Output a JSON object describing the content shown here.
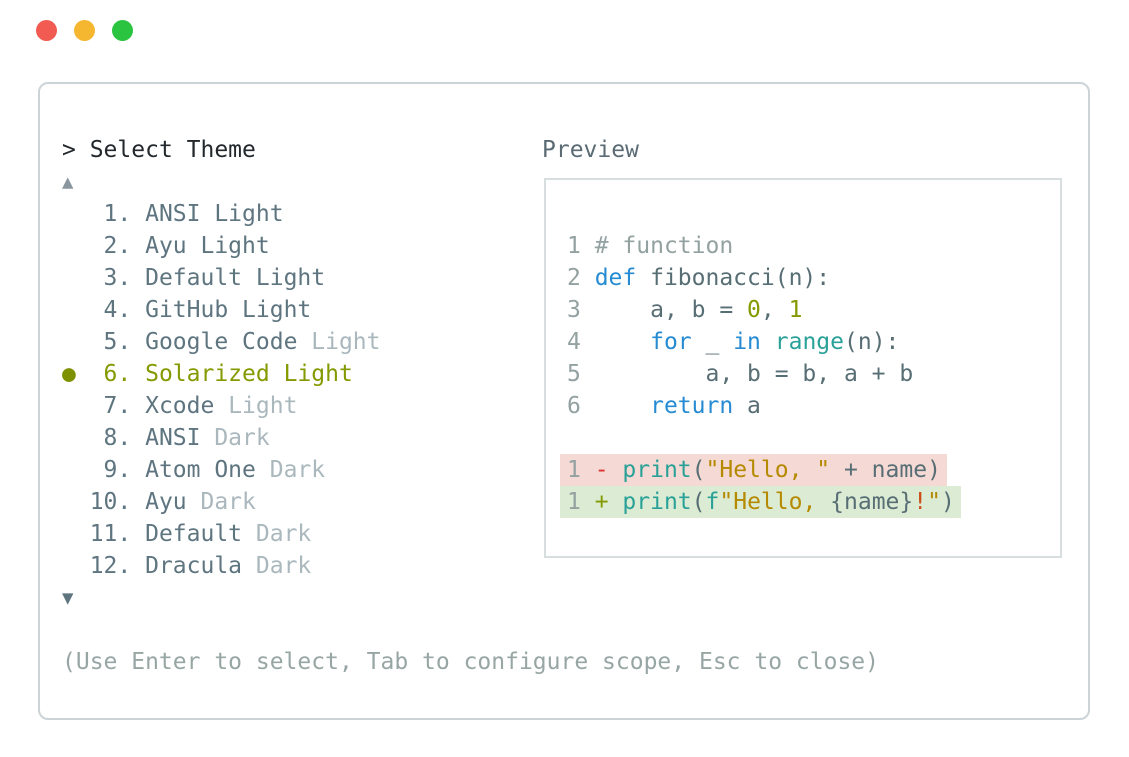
{
  "window": {
    "traffic_lights": [
      {
        "name": "close-button",
        "color": "#f15b51"
      },
      {
        "name": "minimize-button",
        "color": "#f6b730"
      },
      {
        "name": "zoom-button",
        "color": "#2bc440"
      }
    ]
  },
  "prompt": {
    "prefix": "> ",
    "title": "Select Theme"
  },
  "scroll": {
    "up_indicator": "▲",
    "down_indicator": "▼"
  },
  "theme_list": {
    "selected_marker": "●",
    "items": [
      {
        "num": "1",
        "name": "ANSI",
        "variant": "Light",
        "variant_dim": false,
        "selected": false
      },
      {
        "num": "2",
        "name": "Ayu",
        "variant": "Light",
        "variant_dim": false,
        "selected": false
      },
      {
        "num": "3",
        "name": "Default",
        "variant": "Light",
        "variant_dim": false,
        "selected": false
      },
      {
        "num": "4",
        "name": "GitHub",
        "variant": "Light",
        "variant_dim": false,
        "selected": false
      },
      {
        "num": "5",
        "name": "Google Code",
        "variant": "Light",
        "variant_dim": true,
        "selected": false
      },
      {
        "num": "6",
        "name": "Solarized",
        "variant": "Light",
        "variant_dim": false,
        "selected": true
      },
      {
        "num": "7",
        "name": "Xcode",
        "variant": "Light",
        "variant_dim": true,
        "selected": false
      },
      {
        "num": "8",
        "name": "ANSI",
        "variant": "Dark",
        "variant_dim": true,
        "selected": false
      },
      {
        "num": "9",
        "name": "Atom One",
        "variant": "Dark",
        "variant_dim": true,
        "selected": false
      },
      {
        "num": "10",
        "name": "Ayu",
        "variant": "Dark",
        "variant_dim": true,
        "selected": false
      },
      {
        "num": "11",
        "name": "Default",
        "variant": "Dark",
        "variant_dim": true,
        "selected": false
      },
      {
        "num": "12",
        "name": "Dracula",
        "variant": "Dark",
        "variant_dim": true,
        "selected": false
      }
    ]
  },
  "help_text": "(Use Enter to select, Tab to configure scope, Esc to close)",
  "preview": {
    "label": "Preview",
    "code_lines": [
      {
        "tokens": [
          [
            "gray",
            "1 "
          ],
          [
            "gray",
            "# function"
          ]
        ]
      },
      {
        "tokens": [
          [
            "gray",
            "2 "
          ],
          [
            "blue",
            "def"
          ],
          [
            "base",
            " fibonacci(n):"
          ]
        ]
      },
      {
        "tokens": [
          [
            "gray",
            "3 "
          ],
          [
            "base",
            "    a, b = "
          ],
          [
            "green",
            "0"
          ],
          [
            "base",
            ", "
          ],
          [
            "green",
            "1"
          ]
        ]
      },
      {
        "tokens": [
          [
            "gray",
            "4 "
          ],
          [
            "base",
            "    "
          ],
          [
            "blue",
            "for"
          ],
          [
            "base",
            " _ "
          ],
          [
            "blue",
            "in"
          ],
          [
            "base",
            " "
          ],
          [
            "teal",
            "range"
          ],
          [
            "base",
            "(n):"
          ]
        ]
      },
      {
        "tokens": [
          [
            "gray",
            "5 "
          ],
          [
            "base",
            "        a, b = b, a + b"
          ]
        ]
      },
      {
        "tokens": [
          [
            "gray",
            "6 "
          ],
          [
            "base",
            "    "
          ],
          [
            "blue",
            "return"
          ],
          [
            "base",
            " a"
          ]
        ]
      },
      {
        "tokens": []
      },
      {
        "bg": "removed_bg",
        "kind": "removed",
        "tokens": [
          [
            "gray",
            "1 "
          ],
          [
            "red",
            "- "
          ],
          [
            "teal",
            "print"
          ],
          [
            "base",
            "("
          ],
          [
            "yellow",
            "\"Hello, \""
          ],
          [
            "base",
            " + name)"
          ]
        ]
      },
      {
        "bg": "added_bg",
        "kind": "added",
        "tokens": [
          [
            "gray",
            "1 "
          ],
          [
            "green",
            "+ "
          ],
          [
            "teal",
            "print"
          ],
          [
            "base",
            "("
          ],
          [
            "teal",
            "f"
          ],
          [
            "yellow",
            "\"Hello, "
          ],
          [
            "base",
            "{name}"
          ],
          [
            "orange",
            "!"
          ],
          [
            "yellow",
            "\""
          ],
          [
            "base",
            ")"
          ]
        ]
      }
    ]
  },
  "palette": {
    "prompt_text": "#22282c",
    "slate": "#5e7580",
    "dim": "#aab8bd",
    "olive": "#859900",
    "bullet": "#7d9000",
    "help": "#97a6a4",
    "arrow_up": "#8a979e",
    "arrow_down": "#5e7580",
    "base": "#586e75",
    "gray": "#93a1a1",
    "blue": "#268bd2",
    "teal": "#2aa198",
    "yellow": "#b58900",
    "orange": "#cb4b16",
    "red": "#dc322f",
    "green": "#859900",
    "removed_bg": "#f5d9d4",
    "added_bg": "#dcecd4",
    "panel_border": "#ccd4d8",
    "preview_border": "#d8dde0"
  }
}
